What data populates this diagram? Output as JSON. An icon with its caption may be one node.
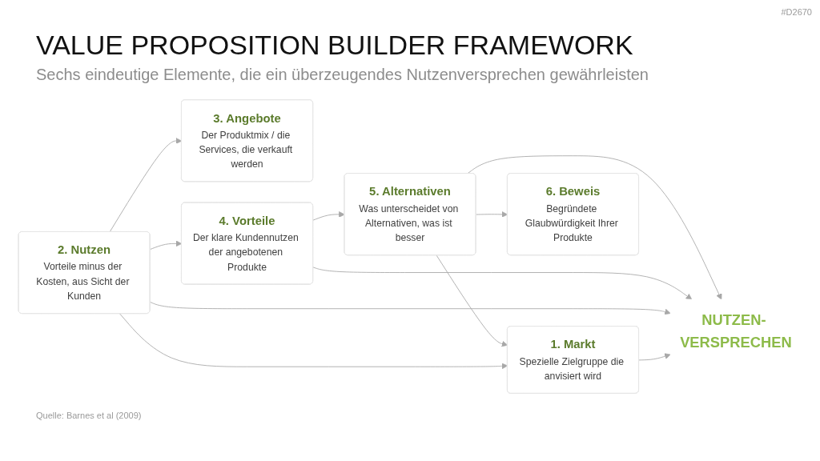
{
  "diagram": {
    "title": "VALUE PROPOSITION BUILDER FRAMEWORK",
    "nodes": [
      {
        "text": [
          "1. Markt",
          "Spezielle Zielgruppe die anvisiert wird"
        ]
      },
      {
        "text": [
          "6. Beweis",
          "Begründete Glaubwürdigkeit Ihrer Produkte"
        ]
      },
      {
        "text": [
          "2. Nutzen",
          "Vorteile minus der Kosten, aus Sicht der Kunden"
        ]
      },
      {
        "text": [
          "NUTZEN- VERSPRECHEN"
        ]
      },
      {
        "text": [
          "5. Alternativen",
          "Was unterscheidet von Alternativen, was ist besser"
        ]
      },
      {
        "text": [
          "3. Angebote",
          "Der Produktmix / die Services, die verkauft werden"
        ]
      },
      {
        "text": [
          "4. Vorteile",
          "Der klare Kundennutzen der angebotenen Produkte"
        ]
      }
    ],
    "edges": [
      {
        "from": 0,
        "to": 3,
        "arrow": "to"
      },
      {
        "from": 2,
        "to": 0,
        "arrow": "to"
      },
      {
        "from": 2,
        "to": 3,
        "arrow": "to"
      },
      {
        "from": 2,
        "to": 5,
        "arrow": "to"
      },
      {
        "from": 2,
        "to": 6,
        "arrow": "to"
      },
      {
        "from": 6,
        "to": 3,
        "arrow": "to"
      },
      {
        "from": 6,
        "to": 4,
        "arrow": "to"
      },
      {
        "from": 4,
        "to": 1,
        "arrow": "to"
      },
      {
        "from": 4,
        "to": 0,
        "arrow": "to"
      },
      {
        "from": 4,
        "to": 3,
        "arrow": "to"
      }
    ],
    "labels": [
      "#D2670",
      "Sechs eindeutige Elemente, die ein überzeugendes Nutzenversprechen gewährleisten",
      "Quelle: Barnes et al (2009)"
    ]
  }
}
